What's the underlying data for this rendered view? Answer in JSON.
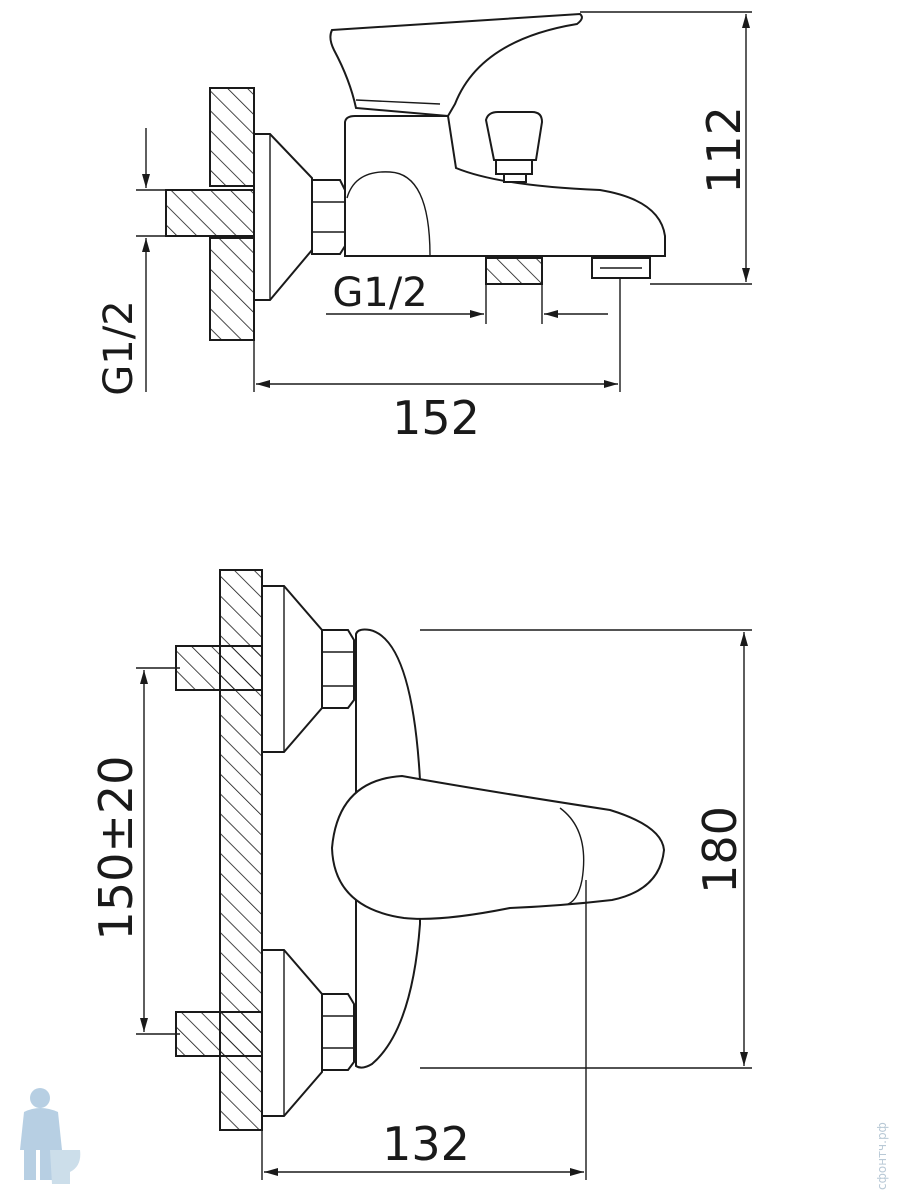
{
  "side_view": {
    "thread_vertical": "G1/2",
    "thread_horizontal": "G1/2",
    "height": "112",
    "length": "152"
  },
  "front_view": {
    "centers": "150±20",
    "height": "180",
    "length": "132"
  },
  "watermark": "сфонтч.рф",
  "colors": {
    "line": "#1a1a1a",
    "background": "#ffffff",
    "logo": "#9fc0da"
  }
}
